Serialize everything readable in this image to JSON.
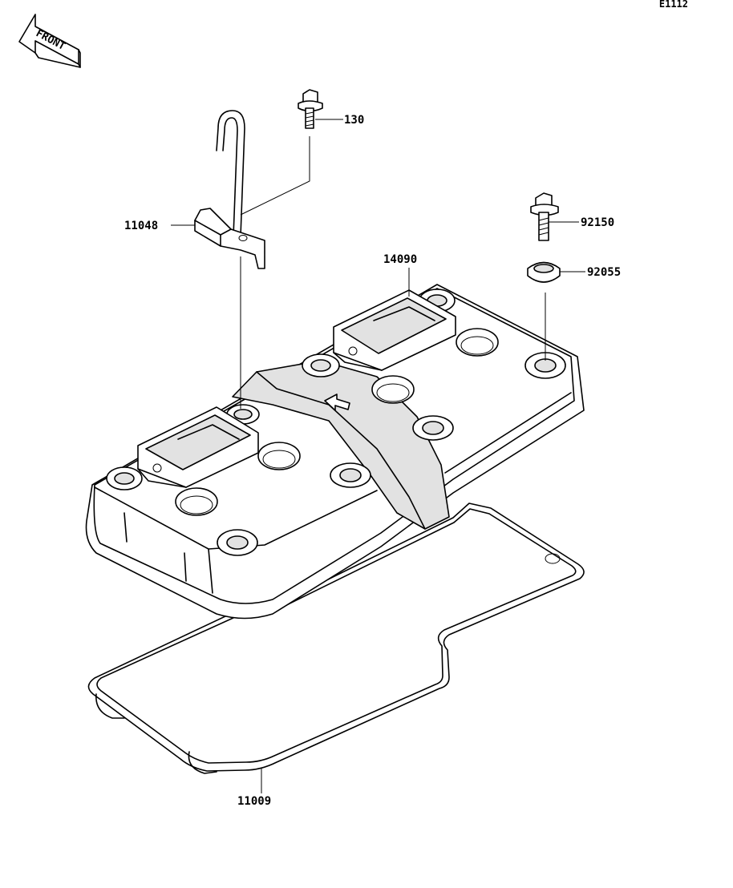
{
  "diagram_id": "E1112",
  "front_label": "FRONT",
  "parts": [
    {
      "number": "130"
    },
    {
      "number": "11048"
    },
    {
      "number": "92150"
    },
    {
      "number": "92055"
    },
    {
      "number": "14090"
    },
    {
      "number": "11009"
    }
  ]
}
